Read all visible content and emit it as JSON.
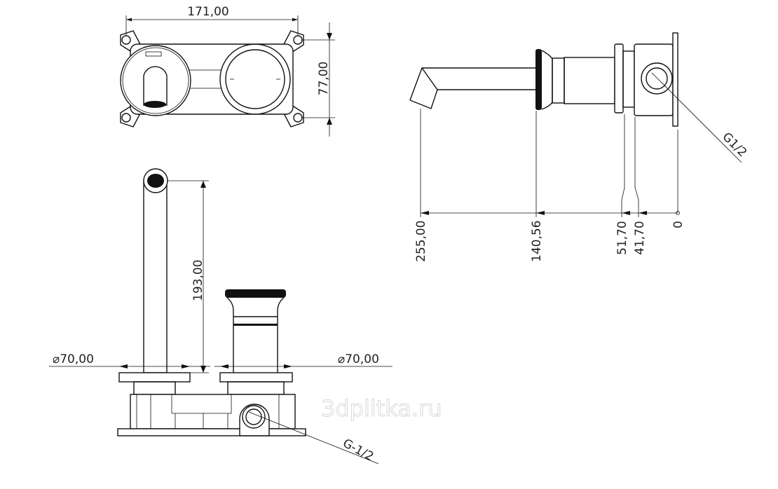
{
  "title": "Wall-mounted basin mixer technical drawing",
  "top_view": {
    "width_dim": "171,00",
    "height_dim": "77,00"
  },
  "side_view": {
    "thread_label": "G1/2",
    "offsets": [
      "255,00",
      "140,56",
      "51,70",
      "41,70",
      "0"
    ]
  },
  "front_view": {
    "height_dim": "193,00",
    "left_diameter": "⌀70,00",
    "right_diameter": "⌀70,00",
    "thread_label": "G-1/2"
  },
  "watermark": "3dplitka.ru"
}
